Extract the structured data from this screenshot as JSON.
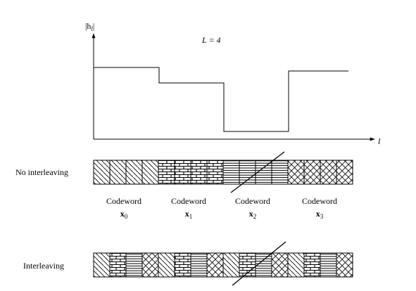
{
  "graph": {
    "y_label_base": "|h",
    "y_label_sub": "l",
    "y_label_close": "|",
    "x_label": "l",
    "param_label": "L = 4",
    "levels": [
      {
        "segment": 1,
        "relative_level": "high"
      },
      {
        "segment": 2,
        "relative_level": "medium"
      },
      {
        "segment": 3,
        "relative_level": "deep fade"
      },
      {
        "segment": 4,
        "relative_level": "high"
      }
    ]
  },
  "rows": {
    "no_interleaving_label": "No interleaving",
    "interleaving_label": "Interleaving"
  },
  "codewords": [
    {
      "word": "Codeword",
      "symbol": "x",
      "index": "0",
      "pattern": "diagonal-hatch"
    },
    {
      "word": "Codeword",
      "symbol": "x",
      "index": "1",
      "pattern": "brick"
    },
    {
      "word": "Codeword",
      "symbol": "x",
      "index": "2",
      "pattern": "horizontal-lines"
    },
    {
      "word": "Codeword",
      "symbol": "x",
      "index": "3",
      "pattern": "crosshatch"
    }
  ],
  "interleaved_order": [
    0,
    1,
    2,
    3,
    0,
    1,
    2,
    3,
    0,
    1,
    2,
    3,
    0,
    1,
    2,
    3
  ]
}
